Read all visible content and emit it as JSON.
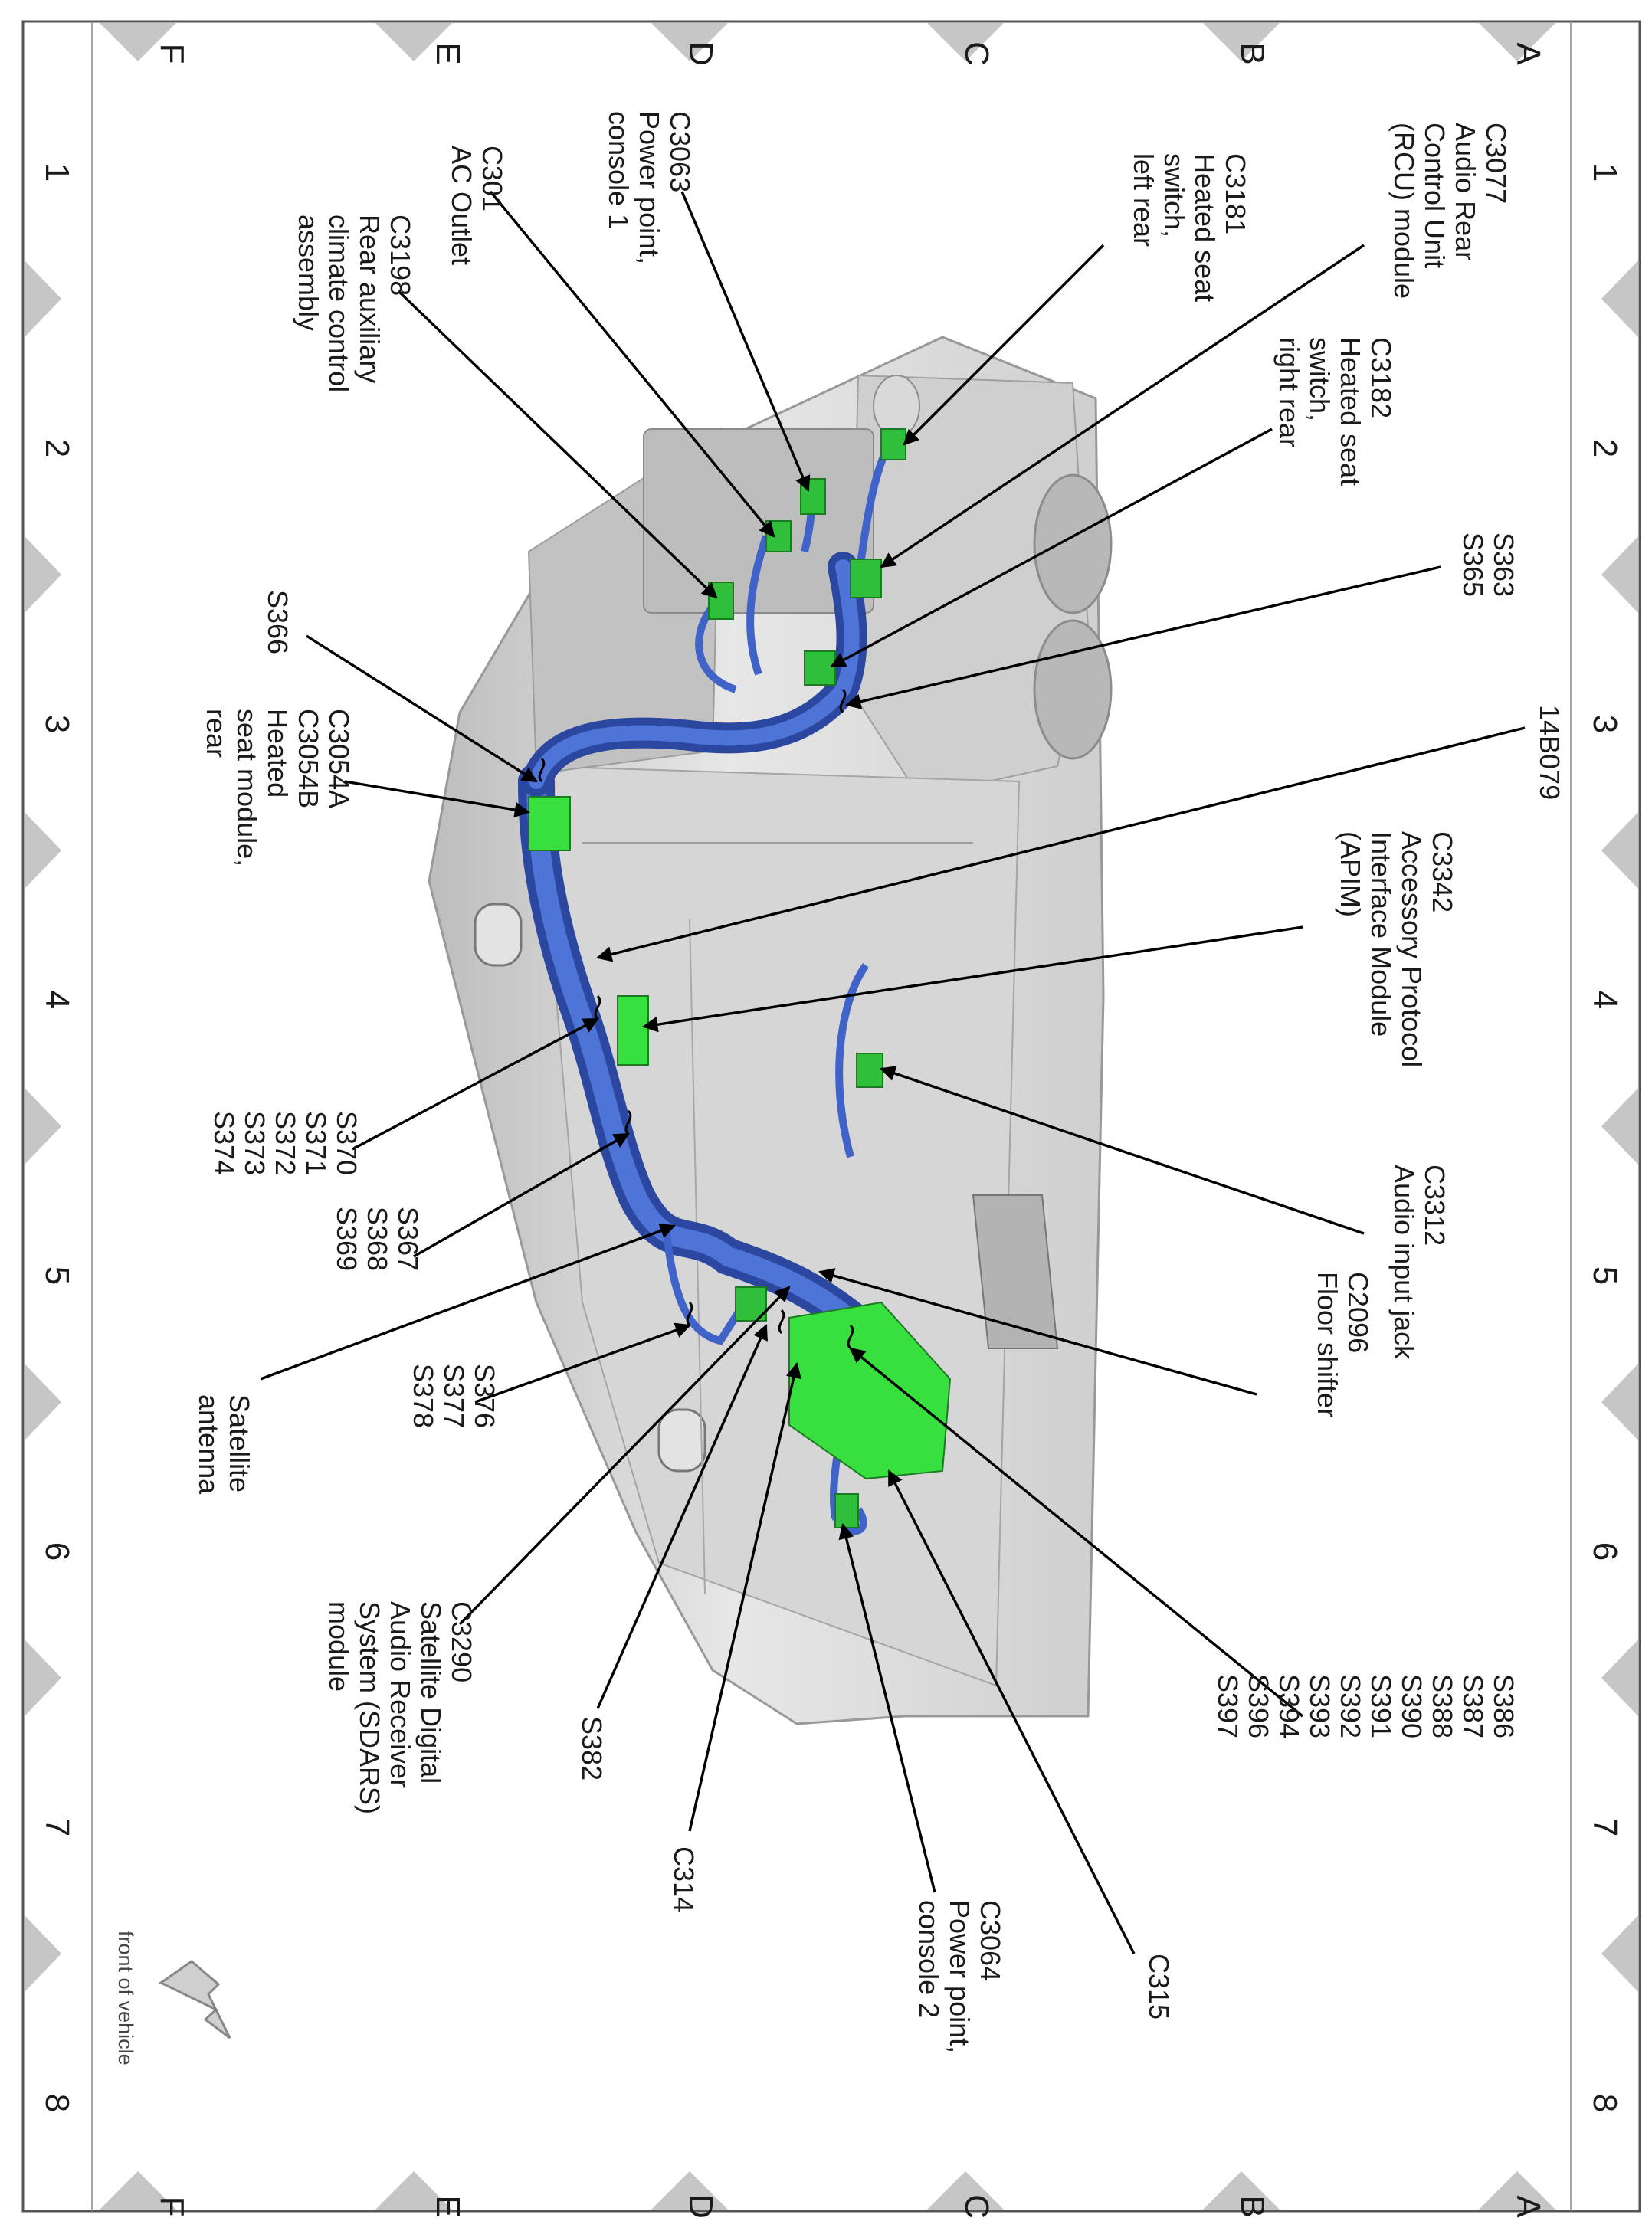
{
  "grid": {
    "numbers": [
      "1",
      "2",
      "3",
      "4",
      "5",
      "6",
      "7",
      "8"
    ],
    "letters": [
      "A",
      "B",
      "C",
      "D",
      "E",
      "F"
    ]
  },
  "orientation_note": "front of vehicle",
  "labels": [
    {
      "id": "c3077",
      "lines": [
        "C3077",
        "Audio Rear",
        "Control Unit",
        "(RCU) module"
      ]
    },
    {
      "id": "c3181",
      "lines": [
        "C3181",
        "Heated seat",
        "switch,",
        "left rear"
      ]
    },
    {
      "id": "c3063",
      "lines": [
        "C3063",
        "Power point,",
        "console 1"
      ]
    },
    {
      "id": "c301",
      "lines": [
        "C301",
        "AC Outlet"
      ]
    },
    {
      "id": "c3198",
      "lines": [
        "C3198",
        "Rear auxiliary",
        "climate control",
        "assembly"
      ]
    },
    {
      "id": "c3182",
      "lines": [
        "C3182",
        "Heated seat",
        "switch,",
        "right rear"
      ]
    },
    {
      "id": "s363",
      "lines": [
        "S363",
        "S365"
      ]
    },
    {
      "id": "14b079",
      "lines": [
        "14B079"
      ]
    },
    {
      "id": "s366",
      "lines": [
        "S366"
      ]
    },
    {
      "id": "c3054",
      "lines": [
        "C3054A",
        "C3054B",
        "Heated",
        "seat module,",
        "rear"
      ]
    },
    {
      "id": "c3342",
      "lines": [
        "C3342",
        "Accessory Protocol",
        "Interface Module",
        "(APIM)"
      ]
    },
    {
      "id": "s370",
      "lines": [
        "S370",
        "S371",
        "S372",
        "S373",
        "S374"
      ]
    },
    {
      "id": "s367",
      "lines": [
        "S367",
        "S368",
        "S369"
      ]
    },
    {
      "id": "c3312",
      "lines": [
        "C3312",
        "Audio input jack"
      ]
    },
    {
      "id": "c2096",
      "lines": [
        "C2096",
        "Floor shifter"
      ]
    },
    {
      "id": "satant",
      "lines": [
        "Satellite",
        "antenna"
      ]
    },
    {
      "id": "s376",
      "lines": [
        "S376",
        "S377",
        "S378"
      ]
    },
    {
      "id": "s386",
      "lines": [
        "S386",
        "S387",
        "S388",
        "S390",
        "S391",
        "S392",
        "S393",
        "S394",
        "S396",
        "S397"
      ]
    },
    {
      "id": "c3290",
      "lines": [
        "C3290",
        "Satellite Digital",
        "Audio Receiver",
        "System (SDARS)",
        "module"
      ]
    },
    {
      "id": "s382",
      "lines": [
        "S382"
      ]
    },
    {
      "id": "c314",
      "lines": [
        "C314"
      ]
    },
    {
      "id": "c3064",
      "lines": [
        "C3064",
        "Power point,",
        "console 2"
      ]
    },
    {
      "id": "c315",
      "lines": [
        "C315"
      ]
    }
  ],
  "colors": {
    "harness": "#3f63c8",
    "harness_dark": "#2b47a0",
    "connector": "#2fbf3a",
    "console": "#dcdcdc",
    "console_shadow": "#a9a9a9",
    "grid_marker": "#c6c6c6"
  }
}
